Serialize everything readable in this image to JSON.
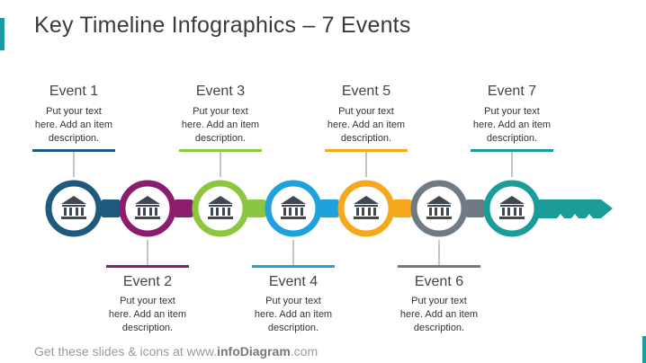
{
  "title": "Key Timeline Infographics  – 7 Events",
  "footer": {
    "prefix": "Get these slides & icons at www.",
    "brand": "infoDiagram",
    "suffix": ".com"
  },
  "icon": "bank-building-icon",
  "events": [
    {
      "title": "Event 1",
      "description": "Put your text\nhere. Add an item\ndescription.",
      "color": "#1d5a7e",
      "position": "top"
    },
    {
      "title": "Event 2",
      "description": "Put your text\nhere. Add an item\ndescription.",
      "color": "#8c1d6e",
      "position": "bottom"
    },
    {
      "title": "Event 3",
      "description": "Put your text\nhere. Add an item\ndescription.",
      "color": "#8cc63f",
      "position": "top"
    },
    {
      "title": "Event 4",
      "description": "Put your text\nhere. Add an item\ndescription.",
      "color": "#1ea1dc",
      "position": "bottom"
    },
    {
      "title": "Event 5",
      "description": "Put your text\nhere. Add an item\ndescription.",
      "color": "#f6a81d",
      "position": "top"
    },
    {
      "title": "Event 6",
      "description": "Put your text\nhere. Add an item\ndescription.",
      "color": "#6f7a85",
      "position": "bottom"
    },
    {
      "title": "Event 7",
      "description": "Put your text\nhere. Add an item\ndescription.",
      "color": "#1a9d99",
      "position": "top"
    }
  ]
}
